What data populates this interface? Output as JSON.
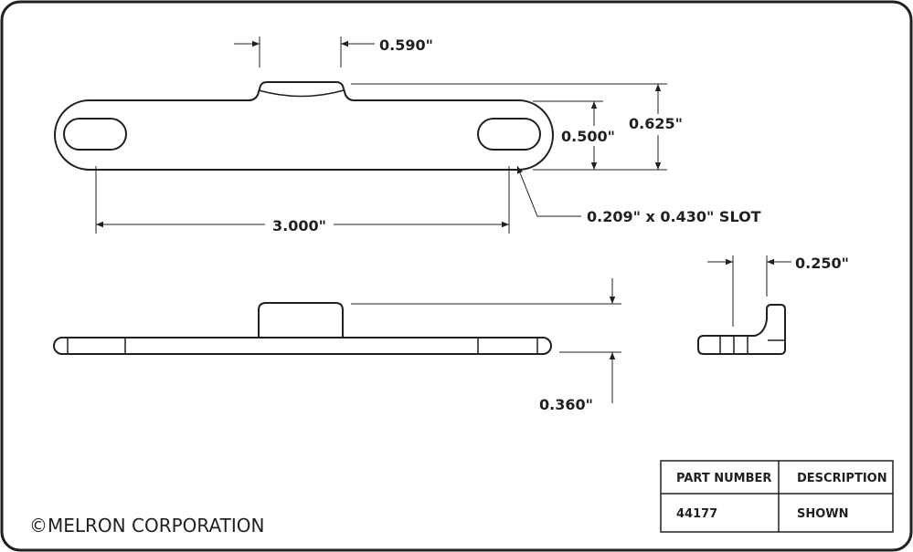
{
  "dimensions": {
    "tab_width": "0.590\"",
    "slot_center_height": "0.500\"",
    "overall_height": "0.625\"",
    "slot_spacing": "3.000\"",
    "slot_size": "0.209\" x 0.430\" SLOT",
    "overall_thickness": "0.360\"",
    "side_width": "0.250\""
  },
  "title_block": {
    "col1_header": "PART NUMBER",
    "col2_header": "DESCRIPTION",
    "part_number": "44177",
    "description": "SHOWN"
  },
  "copyright": "©MELRON CORPORATION"
}
